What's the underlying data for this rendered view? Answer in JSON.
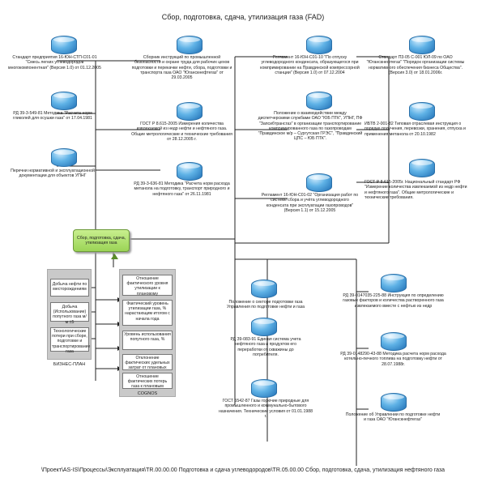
{
  "title": "Сбор, подготовка, сдача, утилизация газа (FAD)",
  "center": "Сбор, подготовка, сдача, утилизация газа",
  "docs": {
    "d1": "Стандарт предприятия 16-ЮН-СТП-С01-01 \"Смесь легких углеводородов многокомпонентная\" (Версия 1.0) от 01.12.2005",
    "d2": "Сборник инструкций по промышленной безопасности и охране труда для рабочих цехов подготовки и перекачки нефти, сбора, подготовки и транспорта газа ОАО \"Юганскнефтегаз\" от 29.03.2005",
    "d3": "РД 39-3-549-81 Методика \"Расчета норм гликолей для осушки газа\" от 17.04.1981",
    "d4": "ГОСТ Р 8.615-2005 Измерения количества извлекаемой из недр нефти и нефтяного газа. Общие метрологические и технические требования от 28.12.2005 г.",
    "d5": "Перечни нормативной и эксплуатационной документации для объектов УПНГ",
    "d6": "РД 39-3-636-81 Методика \"Расчета норм расхода метанола на подготовку, транспорт природного и нефтяного газа\" от 26.11.1981",
    "d7": "Регламент 16-ЮН-С01-10 \"По отпуску углеводородного конденсата, образующегося при компримировании на Правдинской компрессорной станции\" (Версия 1.0) от 07.12.2004",
    "d8": "Стандарт П3-05 С-001 ЮЛ-09 по ОАО \"Юганскнефтегаз\" \"Порядок организации системы нормативного обеспечения бизнеса Общества\". (Версия 3.0) от 18.01.2006г.",
    "d9": "Положение о взаимодействии между диспетчерскими службами ОАО \"ЮБ ПТК\", УПНГ, ПФ \"Запсибтрансгаз\" в организации транспортирование компримированного газа по газопроводам \"Правдинское м/р – Сургутская ГРЭС\", \"Правдинский ЦПС – ЮБ ПТК\".",
    "d10": "ИБТВ 2-001-82 Типовая отраслевая инструкция о порядке получения, перевозки, хранения, отпуска и применения метанола от 20.10.1982",
    "d11": "ГОСТ Р 8.615-2005г. Национальный стандарт РФ \"Измерение количества извлекаемой из недр нефти и нефтяного газа\". Общие метрологические и технические требования.",
    "d12": "Регламент 16-ЮН-С01-02 \"Организация работ по системе сбора и учёта углеводородного конденсата при эксплуатации газопроводов\" (Версия 1.1) от 15.12.2005",
    "d13": "Положение о секторе подготовки газа Управления по подготовке нефти и газа",
    "d14": "РД 39-0147035-225-88 Инструкция по определению газовых факторов и количества растворенного газа извлекаемого вместе с нефтью из недр",
    "d15": "РД 39-083-91 Единая система учета нефтяного газа и продуктов его переработки от скважины до потребителя.",
    "d16": "РД 39-0148290-43-88 Методика расчета норм расхода котельно-печного топлива на подготовку нефти от 28.07.1988г.",
    "d17": "ГОСТ 5542-87 Газы горючие природные для промышленного и коммунально-бытового назначения. Технические условия от 01.01.1988 г.",
    "d18": "Положение об Управлении по подготовке нефти и газа ОАО \"Юганскнефтегаз\""
  },
  "plan": {
    "label": "БИЗНЕС-ПЛАН",
    "items": [
      "Добыча нефти по месторождениям",
      "Добыча (Использование) попутного газа м/м ±5",
      "Технологические потери при сборе, подготовке и транспортирование газа"
    ]
  },
  "cognos": {
    "label": "COGNOS",
    "items": [
      "Отношение фактического уровня утилизации к плановому",
      "Фактический уровень утилизации газа, % нарастающим итогом с начала года",
      "Уровень использования попутного газа, %",
      "Отклонение фактических удельных затрат от плановых",
      "Отношение фактических потерь газа к плановым"
    ]
  },
  "footer": "\\Проект\\AS-IS\\Процессы\\Эксплуатация\\TR.00.00.00 Подготовка и сдача углеводородов\\TR.05.00.00 Сбор, подготовка, сдача, утилизация нефтяного газа"
}
